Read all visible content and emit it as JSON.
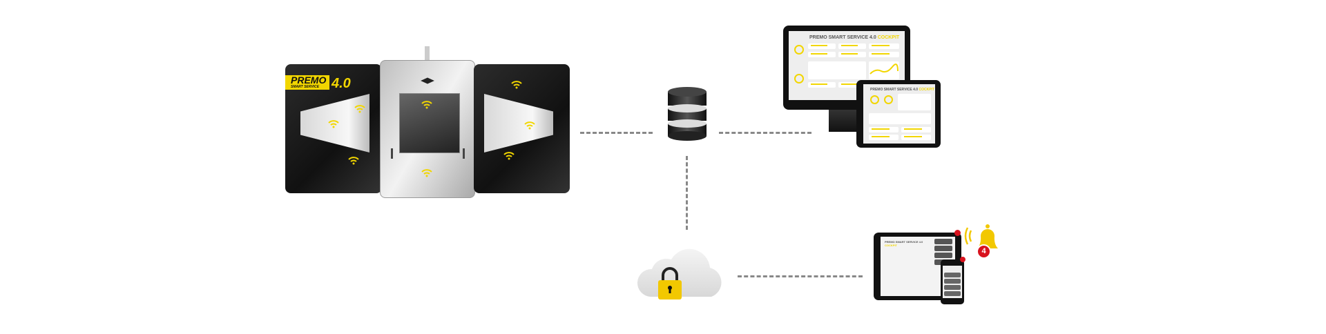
{
  "logo": {
    "brand": "PREMO",
    "sub": "SMART SERVICE",
    "version": "4.0"
  },
  "cockpit": {
    "title": "PREMO SMART SERVICE 4.0",
    "accent": "COCKPIT"
  },
  "notification": {
    "badge_count": "4"
  },
  "colors": {
    "accent": "#f2d600",
    "machine_dark": "#1a1a1a",
    "badge": "#d8121e",
    "connector": "#888888"
  },
  "icons": [
    "wifi-icon",
    "database-icon",
    "cloud-icon",
    "lock-icon",
    "bell-icon"
  ]
}
